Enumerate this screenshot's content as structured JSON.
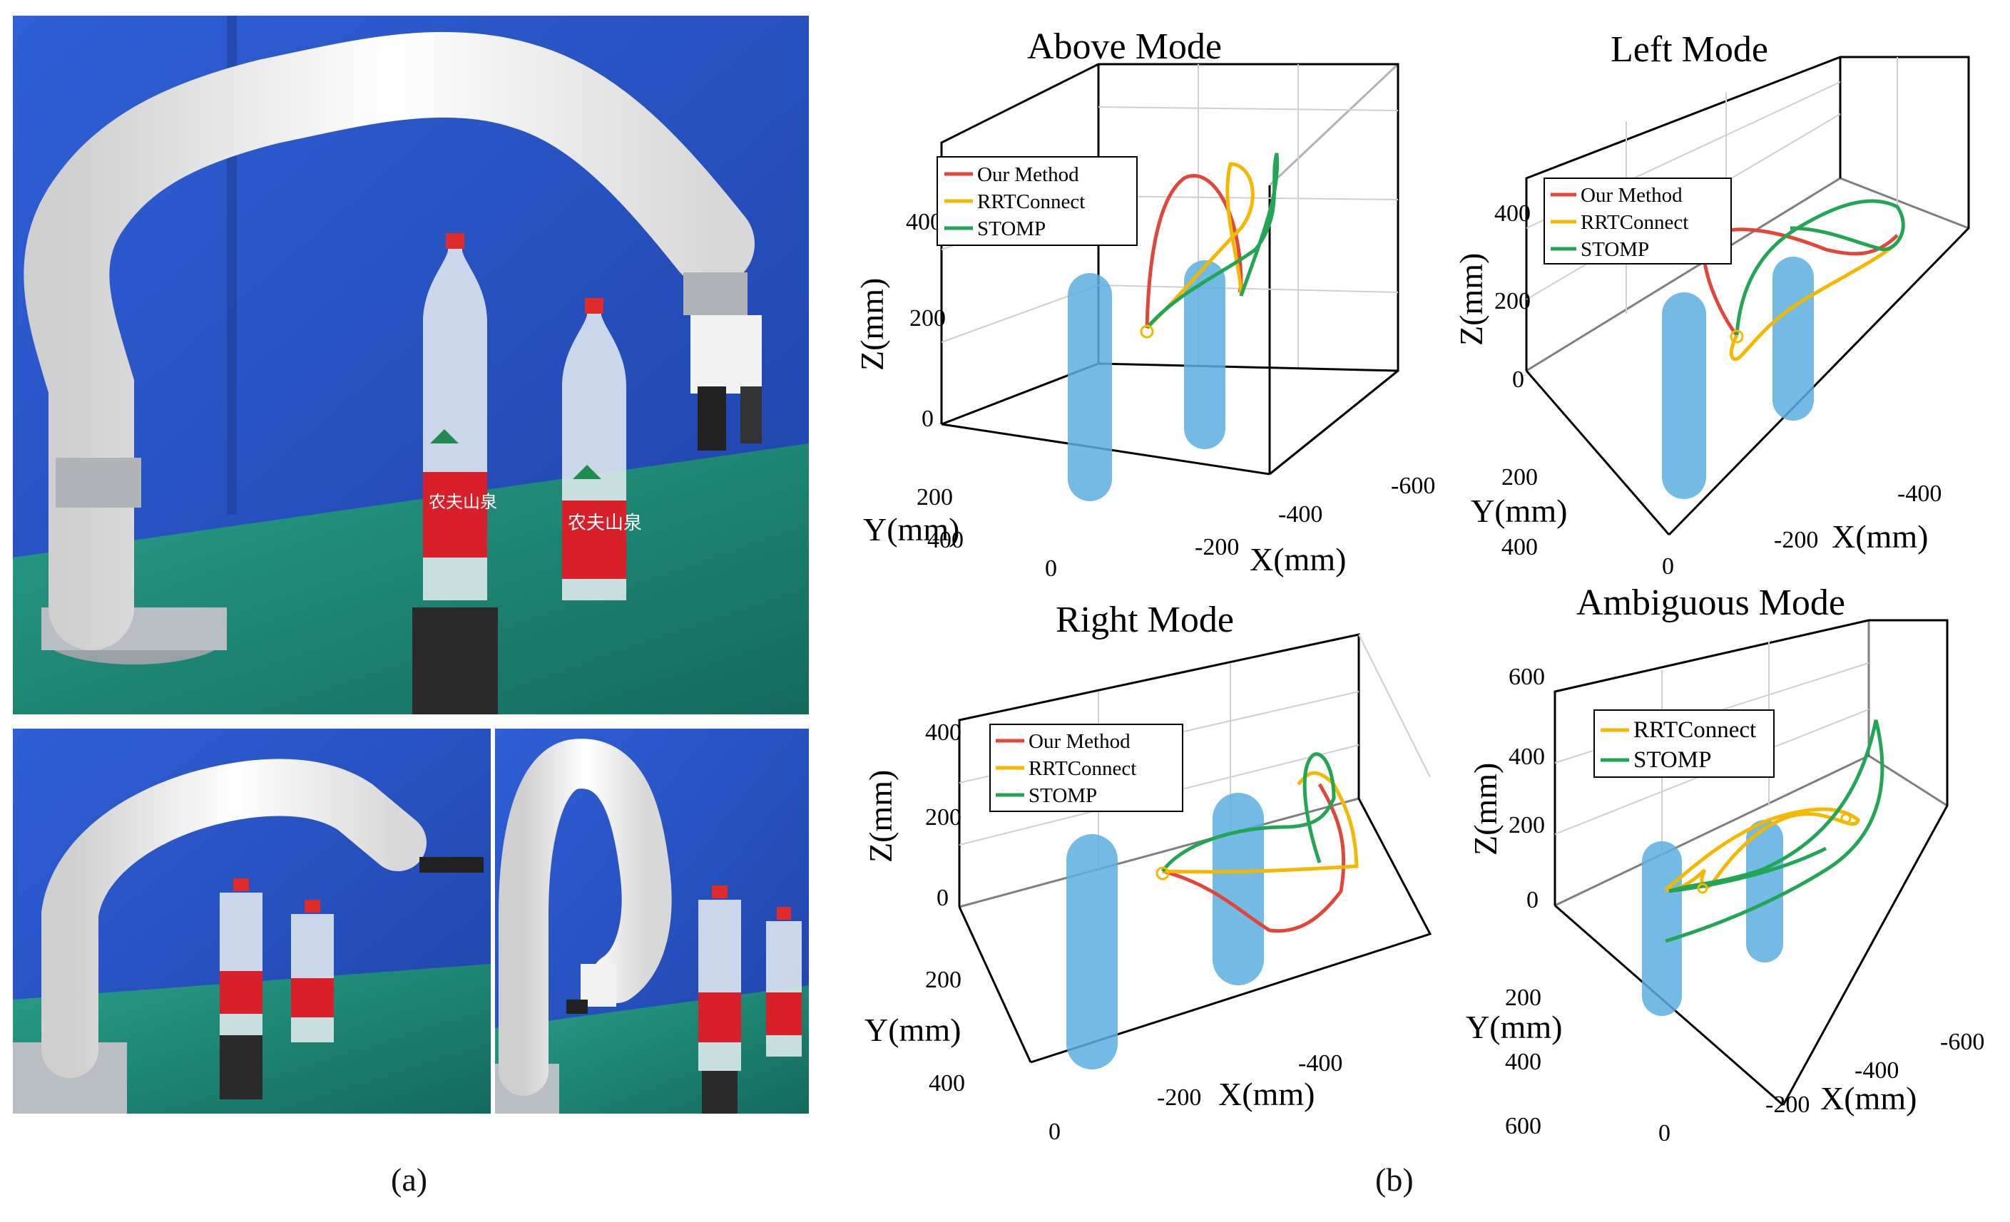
{
  "captions": {
    "a": "(a)",
    "b": "(b)"
  },
  "photos": {
    "main": {
      "description_icon": "robot-arm-photo",
      "bottle_labels": [
        "农夫山泉",
        "农夫山泉"
      ]
    },
    "bottom_left": {
      "description_icon": "robot-arm-photo"
    },
    "bottom_right": {
      "description_icon": "robot-arm-photo"
    }
  },
  "colors": {
    "our_method": "#e0473a",
    "rrtconnect": "#f5b800",
    "stomp": "#22a655",
    "cylinder": "#5aaee0",
    "background_blue": "#2a55c8",
    "table_green": "#1d8a78"
  },
  "chart_data": [
    {
      "type": "line",
      "title": "Above Mode",
      "xlabel": "X(mm)",
      "ylabel": "Y(mm)",
      "zlabel": "Z(mm)",
      "z_ticks": [
        "400",
        "200",
        "0"
      ],
      "y_ticks": [
        "200",
        "400"
      ],
      "x_ticks": [
        "0",
        "-200",
        "-400",
        "-600"
      ],
      "legend": [
        "Our Method",
        "RRTConnect",
        "STOMP"
      ],
      "grid": true
    },
    {
      "type": "line",
      "title": "Left Mode",
      "xlabel": "X(mm)",
      "ylabel": "Y(mm)",
      "zlabel": "Z(mm)",
      "z_ticks": [
        "400",
        "200",
        "0"
      ],
      "y_ticks": [
        "200",
        "400"
      ],
      "x_ticks": [
        "0",
        "-200",
        "-400"
      ],
      "legend": [
        "Our Method",
        "RRTConnect",
        "STOMP"
      ],
      "grid": true
    },
    {
      "type": "line",
      "title": "Right Mode",
      "xlabel": "X(mm)",
      "ylabel": "Y(mm)",
      "zlabel": "Z(mm)",
      "z_ticks": [
        "400",
        "200",
        "0"
      ],
      "y_ticks": [
        "200",
        "400"
      ],
      "x_ticks": [
        "0",
        "-200",
        "-400"
      ],
      "legend": [
        "Our Method",
        "RRTConnect",
        "STOMP"
      ],
      "grid": true
    },
    {
      "type": "line",
      "title": "Ambiguous Mode",
      "xlabel": "X(mm)",
      "ylabel": "Y(mm)",
      "zlabel": "Z(mm)",
      "z_ticks": [
        "600",
        "400",
        "200",
        "0"
      ],
      "y_ticks": [
        "200",
        "400",
        "600"
      ],
      "x_ticks": [
        "0",
        "-200",
        "-400",
        "-600"
      ],
      "legend": [
        "RRTConnect",
        "STOMP"
      ],
      "grid": true
    }
  ]
}
